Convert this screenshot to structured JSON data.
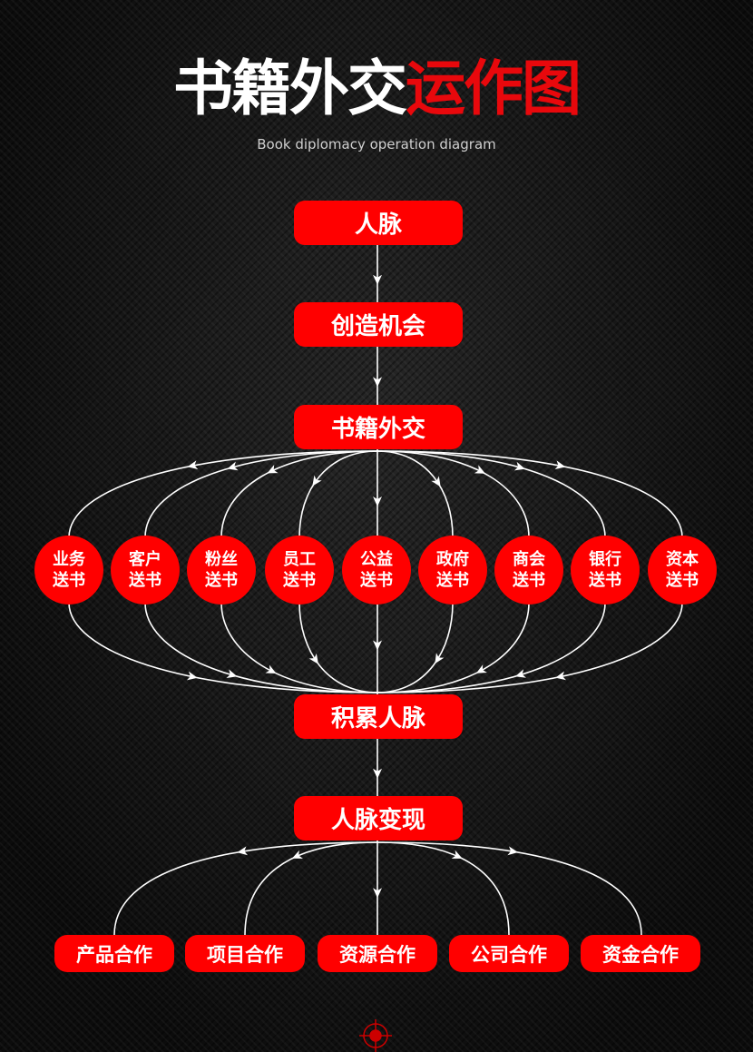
{
  "title": {
    "white": "书籍外交",
    "red": "运作图",
    "subtitle": "Book diplomacy operation diagram"
  },
  "flow": [
    "人脉",
    "创造机会",
    "书籍外交",
    "积累人脉",
    "人脉变现"
  ],
  "channels": [
    [
      "业务",
      "送书"
    ],
    [
      "客户",
      "送书"
    ],
    [
      "粉丝",
      "送书"
    ],
    [
      "员工",
      "送书"
    ],
    [
      "公益",
      "送书"
    ],
    [
      "政府",
      "送书"
    ],
    [
      "商会",
      "送书"
    ],
    [
      "银行",
      "送书"
    ],
    [
      "资本",
      "送书"
    ]
  ],
  "outcomes": [
    "产品合作",
    "项目合作",
    "资源合作",
    "公司合作",
    "资金合作"
  ],
  "colors": {
    "accent": "#ff0000",
    "line": "#ffffff"
  },
  "footer_icon": "crosshair-icon"
}
